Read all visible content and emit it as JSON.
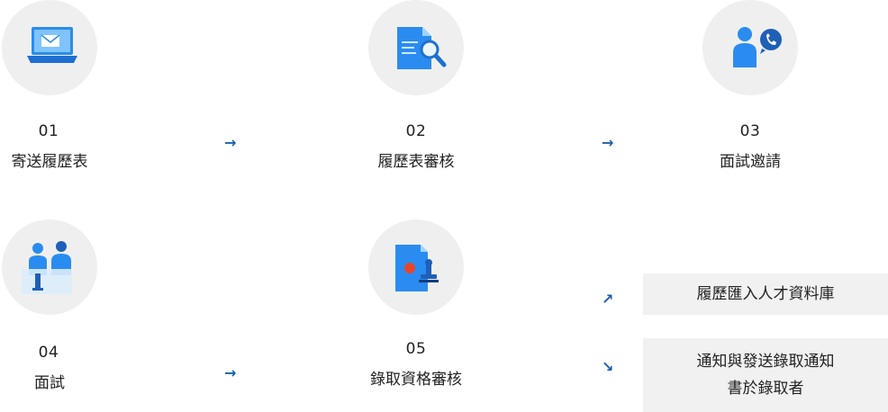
{
  "steps": [
    {
      "num": "01",
      "label": "寄送履歷表",
      "icon": "laptop-mail-icon"
    },
    {
      "num": "02",
      "label": "履歷表審核",
      "icon": "document-search-icon"
    },
    {
      "num": "03",
      "label": "面試邀請",
      "icon": "person-phone-icon"
    },
    {
      "num": "04",
      "label": "面試",
      "icon": "interview-people-icon"
    },
    {
      "num": "05",
      "label": "錄取資格審核",
      "icon": "document-stamp-icon"
    }
  ],
  "outcomes": {
    "a": {
      "label": "履歷匯入人才資料庫"
    },
    "b": {
      "line1": "通知與發送錄取通知",
      "line2": "書於錄取者"
    }
  },
  "arrows": {
    "right": "→",
    "up": "↗",
    "down": "↘"
  },
  "colors": {
    "accent": "#2a8cf0",
    "arrow": "#1d5fa8",
    "circle": "#efefef",
    "stamp": "#e8462a"
  }
}
